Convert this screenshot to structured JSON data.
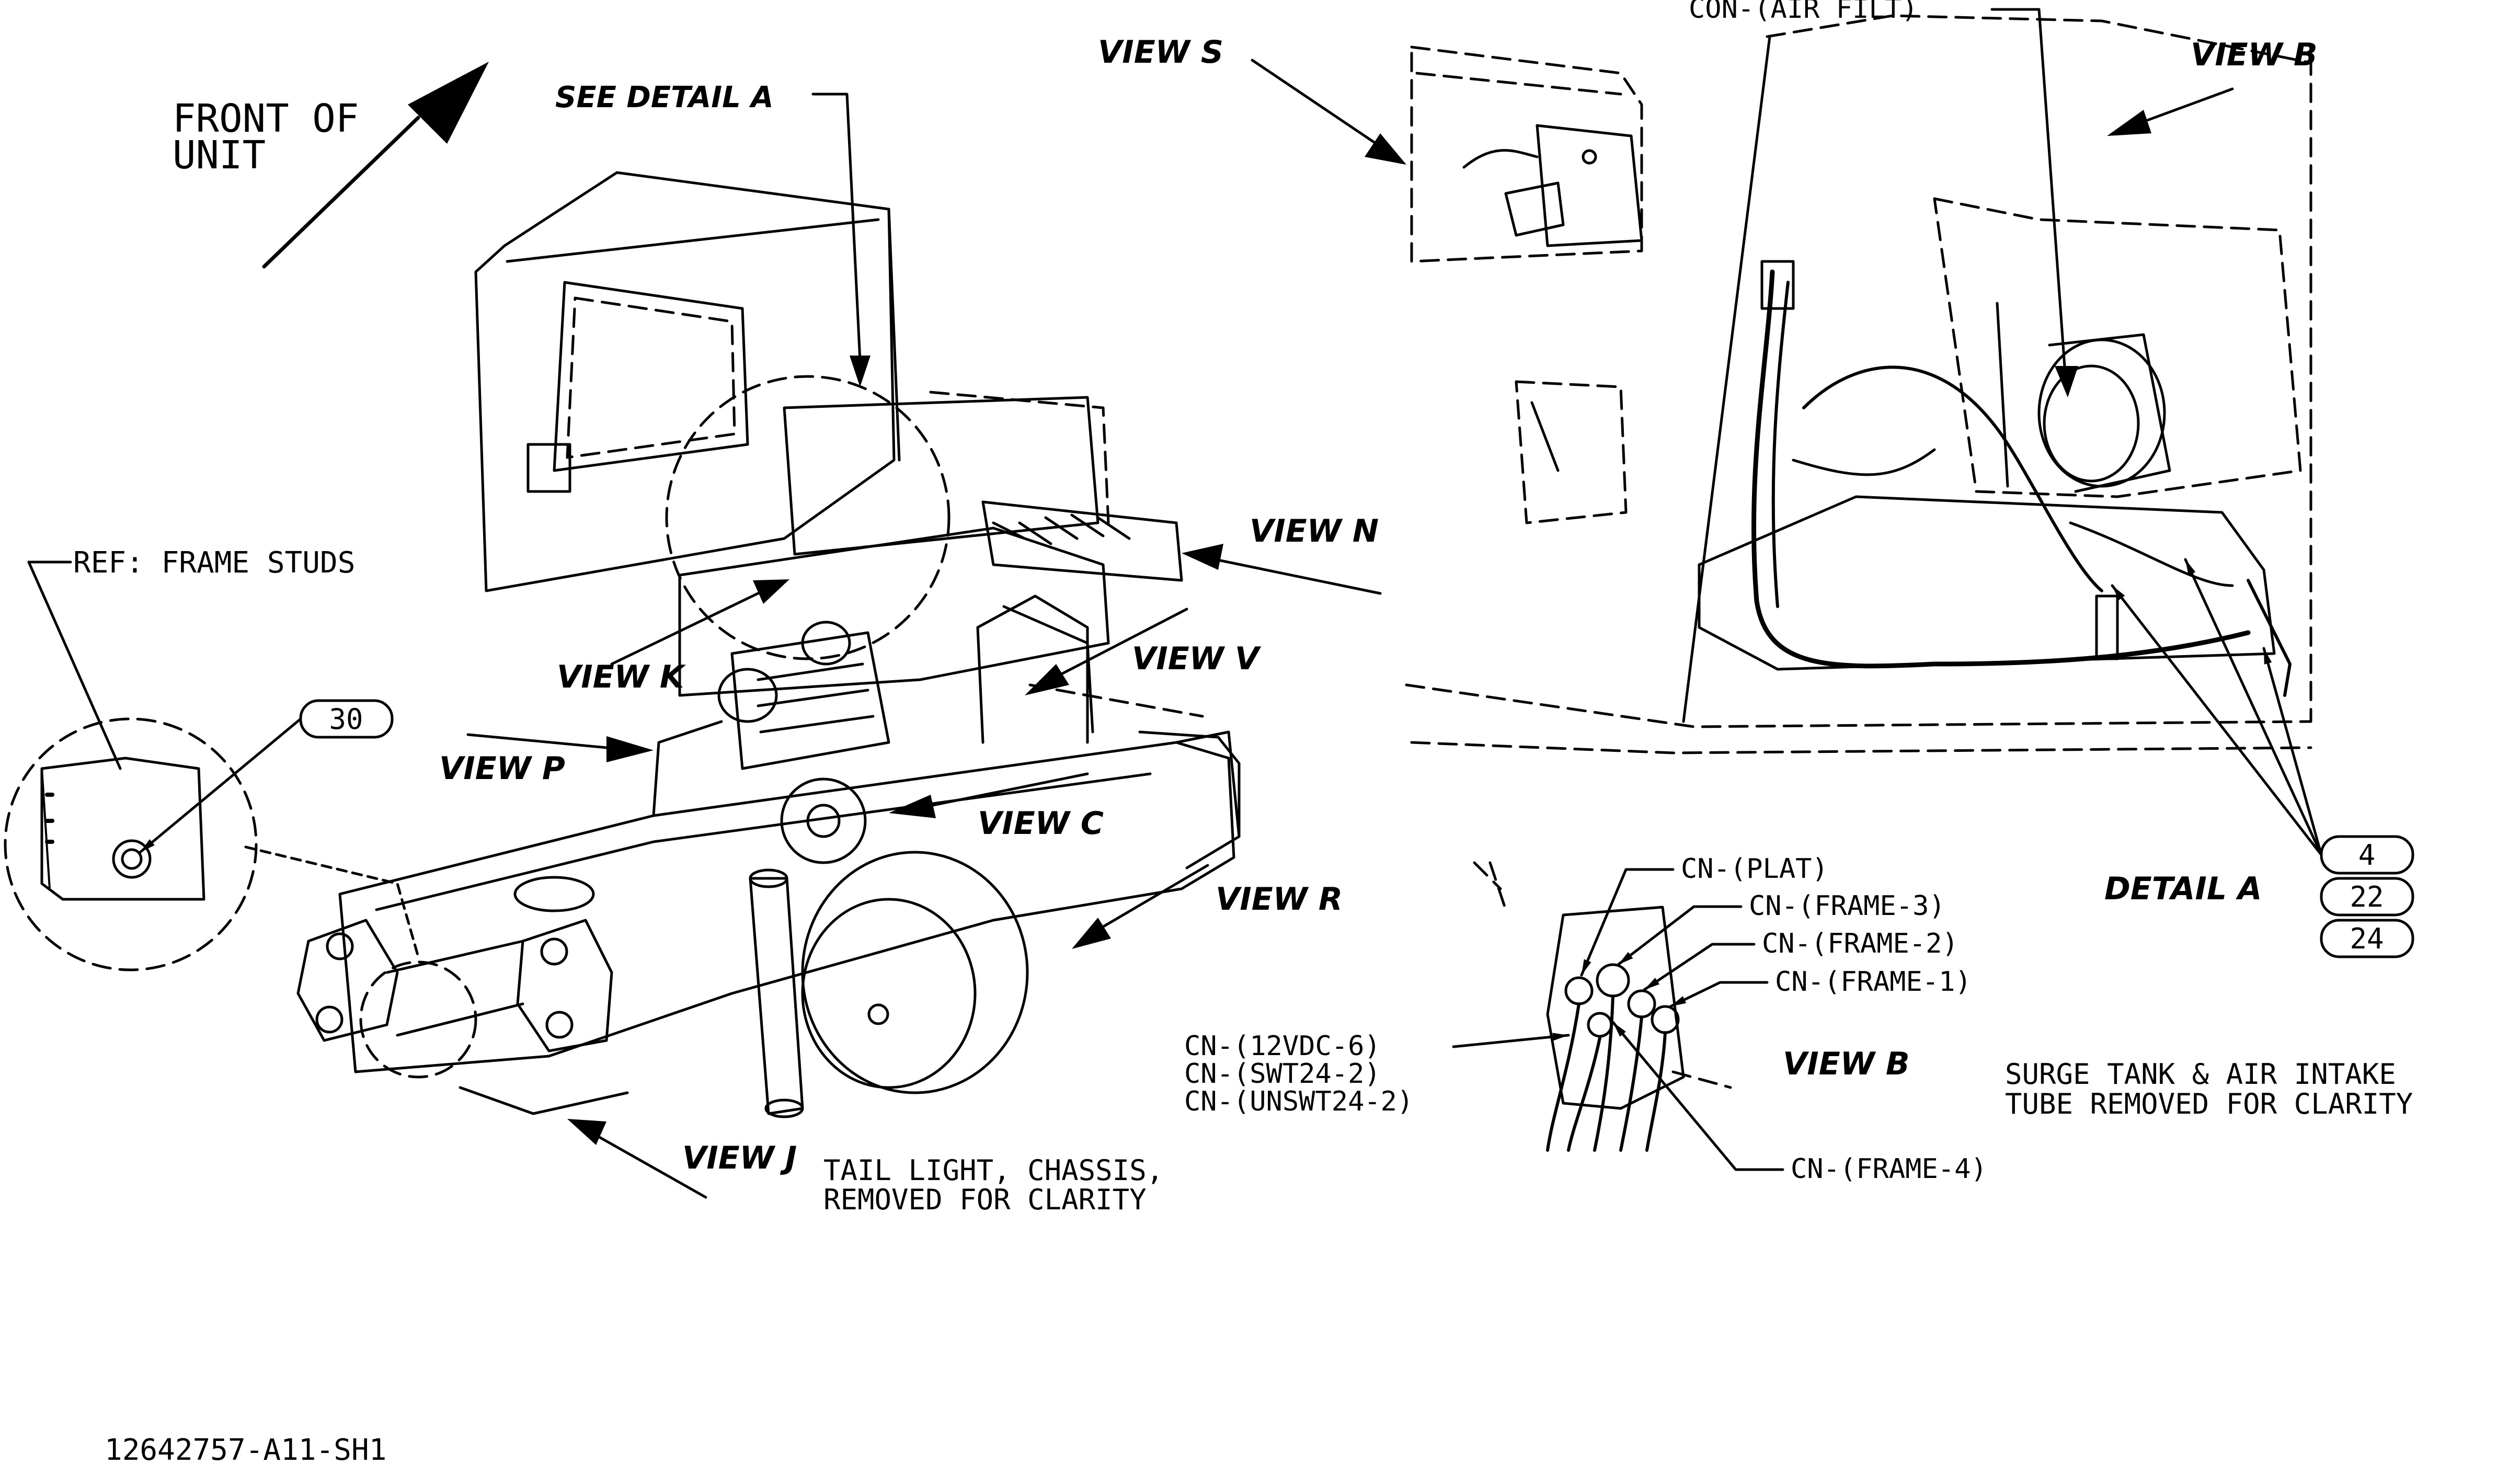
{
  "drawing_number": "12642757-A11-SH1",
  "front_of_unit": {
    "line1": "FRONT OF",
    "line2": "UNIT"
  },
  "callouts": {
    "see_detail_a": "SEE DETAIL A",
    "ref_frame_studs": "REF: FRAME STUDS",
    "detail_a": "DETAIL A"
  },
  "views": {
    "s": "VIEW S",
    "b_top": "VIEW B",
    "n": "VIEW N",
    "v": "VIEW V",
    "k": "VIEW K",
    "p": "VIEW P",
    "c": "VIEW C",
    "r": "VIEW R",
    "j": "VIEW J",
    "b_bottom": "VIEW B"
  },
  "item_numbers": [
    "30",
    "4",
    "22",
    "24"
  ],
  "connectors": {
    "air_filt": "CON-(AIR FILT)",
    "plat": "CN-(PLAT)",
    "frame3": "CN-(FRAME-3)",
    "frame2": "CN-(FRAME-2)",
    "frame1": "CN-(FRAME-1)",
    "frame4": "CN-(FRAME-4)",
    "v12dc6": "CN-(12VDC-6)",
    "swt24_2": "CN-(SWT24-2)",
    "unswt24_2": "CN-(UNSWT24-2)"
  },
  "notes": {
    "tail_light_line1": "TAIL LIGHT, CHASSIS,",
    "tail_light_line2": "REMOVED FOR CLARITY",
    "surge_line1": "SURGE TANK & AIR INTAKE",
    "surge_line2": "TUBE REMOVED FOR CLARITY"
  }
}
